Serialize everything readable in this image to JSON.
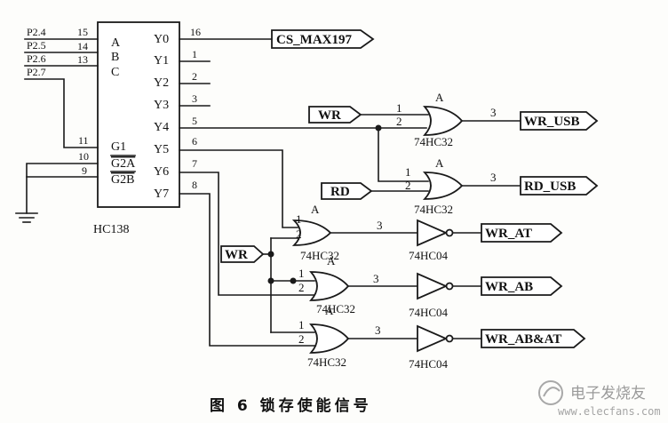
{
  "decoder": {
    "part": "HC138",
    "input_signals": [
      "P2.4",
      "P2.5",
      "P2.6",
      "P2.7"
    ],
    "input_pins": [
      "15",
      "14",
      "13"
    ],
    "enable_pins": [
      "11",
      "10",
      "9"
    ],
    "inputs": [
      "A",
      "B",
      "C"
    ],
    "enables": [
      "G1",
      "G2A",
      "G2B"
    ],
    "outputs": [
      "Y0",
      "Y1",
      "Y2",
      "Y3",
      "Y4",
      "Y5",
      "Y6",
      "Y7"
    ],
    "output_pins": [
      "16",
      "1",
      "2",
      "3",
      "5",
      "6",
      "7",
      "8"
    ]
  },
  "ports": {
    "cs": "CS_MAX197",
    "wr_in": "WR",
    "rd_in": "RD",
    "wr_usb": "WR_USB",
    "rd_usb": "RD_USB",
    "wr_in2": "WR",
    "wr_at": "WR_AT",
    "wr_ab": "WR_AB",
    "wr_abat": "WR_AB&AT"
  },
  "gates": {
    "or_label": "74HC32",
    "not_label": "74HC04",
    "unit": "A",
    "pin1": "1",
    "pin2": "2",
    "pin3": "3"
  },
  "caption": "图 6   锁存使能信号",
  "watermark": {
    "site": "电子发烧友",
    "url": "www.elecfans.com"
  }
}
